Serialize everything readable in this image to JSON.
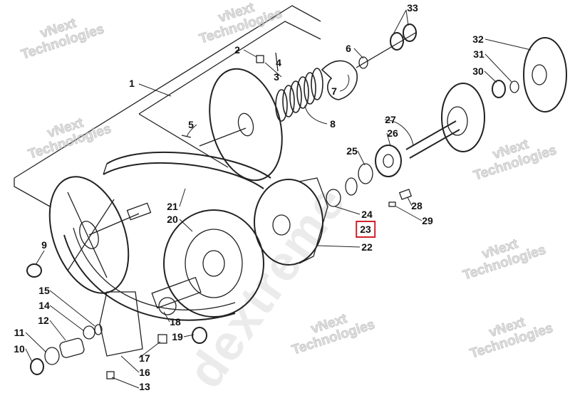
{
  "diagram": {
    "highlight_color": "#d0202a",
    "highlighted_part": "23",
    "labels": [
      "1",
      "2",
      "3",
      "4",
      "5",
      "6",
      "7",
      "8",
      "9",
      "10",
      "11",
      "12",
      "13",
      "14",
      "15",
      "16",
      "17",
      "18",
      "19",
      "20",
      "21",
      "22",
      "23",
      "24",
      "25",
      "26",
      "27",
      "28",
      "29",
      "30",
      "31",
      "32",
      "33"
    ]
  },
  "watermark": {
    "line1": "vNext",
    "line2": "Technologies",
    "big": "dextreme"
  }
}
